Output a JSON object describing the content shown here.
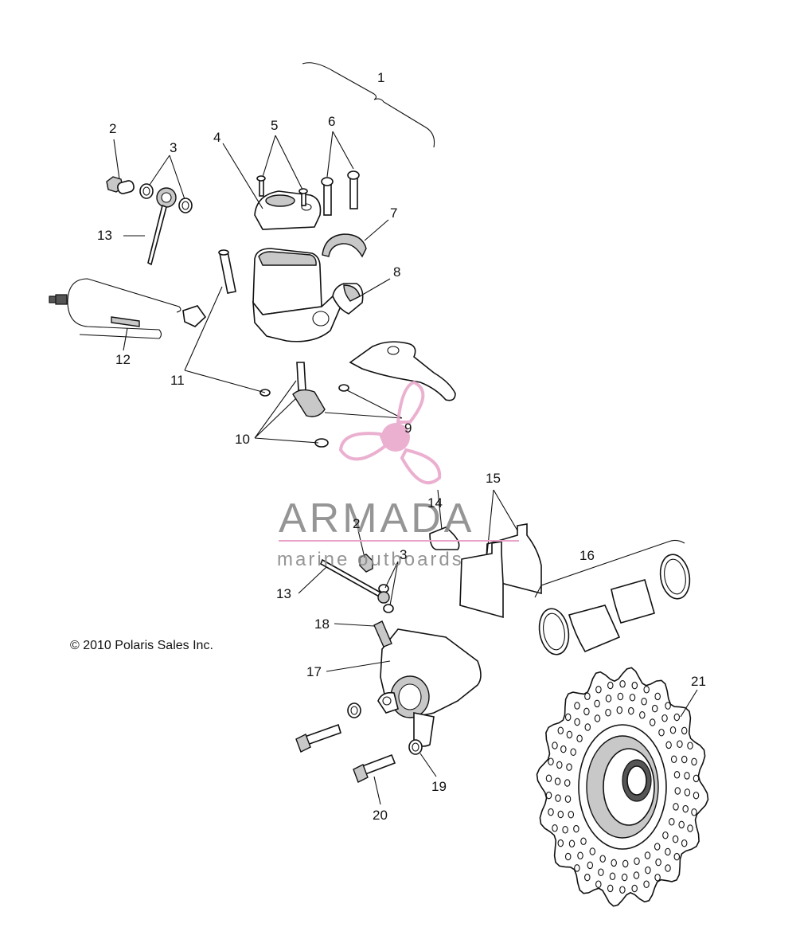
{
  "diagram": {
    "callouts": [
      "1",
      "2",
      "3",
      "4",
      "5",
      "6",
      "7",
      "8",
      "9",
      "10",
      "11",
      "12",
      "13",
      "14",
      "15",
      "16",
      "17",
      "18",
      "19",
      "20",
      "21",
      "2",
      "3",
      "13"
    ],
    "copyright": "© 2010 Polaris Sales Inc."
  },
  "watermark": {
    "brand": "ARMADA",
    "tagline": "marine outboards",
    "colors": {
      "logo": "#e8a3c8",
      "text": "#8a8a8a"
    }
  }
}
